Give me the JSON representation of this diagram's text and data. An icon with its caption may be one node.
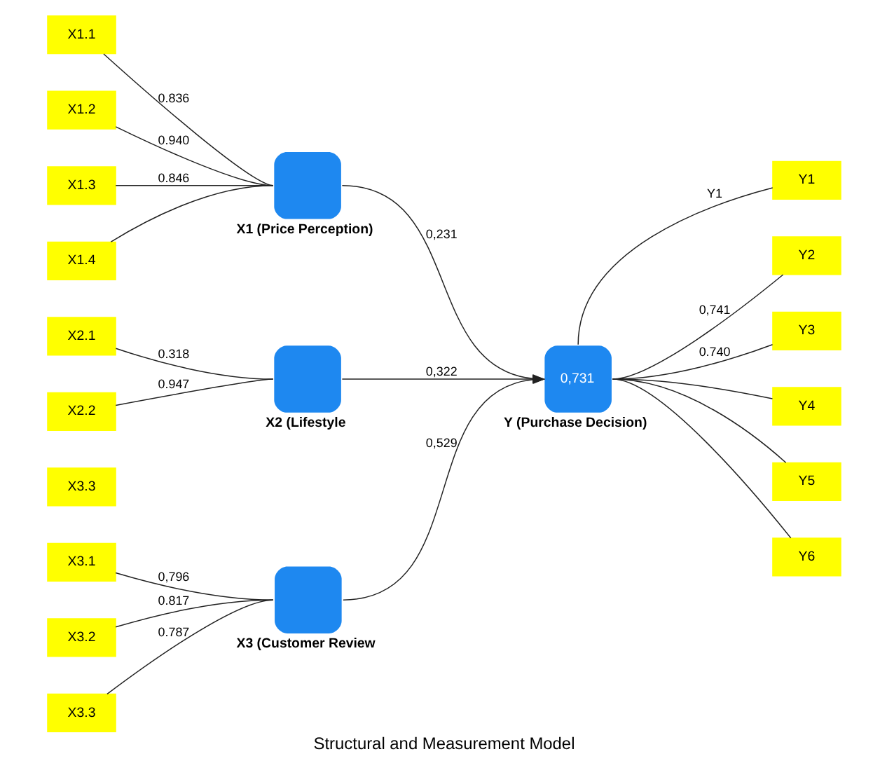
{
  "diagram": {
    "caption": "Structural and Measurement Model",
    "nodes": [
      {
        "text": [
          "X1.1"
        ]
      },
      {
        "text": [
          "X1.2"
        ]
      },
      {
        "text": [
          "X1.3"
        ]
      },
      {
        "text": [
          "X1.4"
        ]
      },
      {
        "text": [
          "X1 (Price Perception)"
        ]
      },
      {
        "text": [
          "X2.1"
        ]
      },
      {
        "text": [
          "X2.2"
        ]
      },
      {
        "text": [
          "X3.3"
        ]
      },
      {
        "text": [
          "X2 (Lifestyle"
        ]
      },
      {
        "text": [
          "X3.1"
        ]
      },
      {
        "text": [
          "X3.2"
        ]
      },
      {
        "text": [
          "X3.3"
        ]
      },
      {
        "text": [
          "X3 (Customer Review"
        ]
      },
      {
        "text": [
          "0,731",
          "Y (Purchase Decision)"
        ]
      },
      {
        "text": [
          "Y1"
        ]
      },
      {
        "text": [
          "Y2"
        ]
      },
      {
        "text": [
          "Y3"
        ]
      },
      {
        "text": [
          "Y4"
        ]
      },
      {
        "text": [
          "Y5"
        ]
      },
      {
        "text": [
          "Y6"
        ]
      }
    ],
    "edges": [
      {
        "from": 0,
        "to": 4,
        "arrow": "none",
        "label": "0.836"
      },
      {
        "from": 1,
        "to": 4,
        "arrow": "none",
        "label": "0.940"
      },
      {
        "from": 2,
        "to": 4,
        "arrow": "none",
        "label": "0.846"
      },
      {
        "from": 3,
        "to": 4,
        "arrow": "none"
      },
      {
        "from": 5,
        "to": 8,
        "arrow": "none",
        "label": "0.318"
      },
      {
        "from": 6,
        "to": 8,
        "arrow": "none",
        "label": "0.947"
      },
      {
        "from": 9,
        "to": 12,
        "arrow": "none",
        "label": "0,796"
      },
      {
        "from": 10,
        "to": 12,
        "arrow": "none",
        "label": "0.817"
      },
      {
        "from": 11,
        "to": 12,
        "arrow": "none",
        "label": "0.787"
      },
      {
        "from": 4,
        "to": 13,
        "arrow": "to",
        "label": "0,231"
      },
      {
        "from": 8,
        "to": 13,
        "arrow": "to",
        "label": "0,322"
      },
      {
        "from": 12,
        "to": 13,
        "arrow": "to",
        "label": "0,529"
      },
      {
        "from": 13,
        "to": 14,
        "arrow": "none",
        "label": "Y1"
      },
      {
        "from": 13,
        "to": 15,
        "arrow": "none",
        "label": "0,741"
      },
      {
        "from": 13,
        "to": 16,
        "arrow": "none",
        "label": "0.740"
      },
      {
        "from": 13,
        "to": 17,
        "arrow": "none"
      },
      {
        "from": 13,
        "to": 18,
        "arrow": "none"
      },
      {
        "from": 13,
        "to": 19,
        "arrow": "none"
      }
    ]
  }
}
